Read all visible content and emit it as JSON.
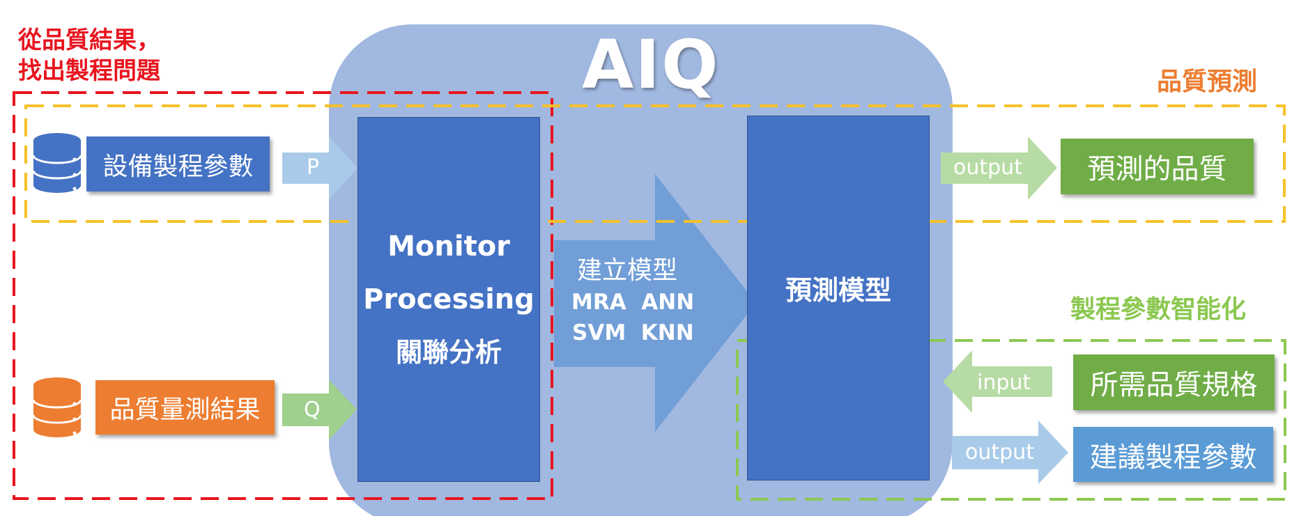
{
  "title": "AIQ",
  "left_caption": {
    "line1": "從品質結果，",
    "line2": "找出製程問題"
  },
  "right_caption_top": "品質預測",
  "right_caption_mid": "製程參數智能化",
  "boxes": {
    "equipment_params": "設備製程參數",
    "quality_results": "品質量測結果",
    "predicted_quality": "預測的品質",
    "required_spec": "所需品質規格",
    "suggested_params": "建議製程參數"
  },
  "monitor": {
    "line1": "Monitor",
    "line2": "Processing",
    "line3": "關聯分析"
  },
  "model_box": "預測模型",
  "build_model": {
    "line1": "建立模型",
    "line2": "MRA  ANN",
    "line3": "SVM  KNN"
  },
  "arrows": {
    "p": "P",
    "q": "Q",
    "output_top": "output",
    "input": "input",
    "output_bottom": "output"
  },
  "colors": {
    "aiq_bg": "#a1b8e0",
    "primary_blue": "#4472c4",
    "orange": "#ed7d31",
    "green": "#70ad47",
    "light_blue": "#5b9bd5",
    "red_dash": "#e8141e",
    "yellow_dash": "#f6c12a",
    "green_dash": "#8cc850"
  },
  "icons": [
    "database-icon-blue",
    "database-icon-orange"
  ]
}
